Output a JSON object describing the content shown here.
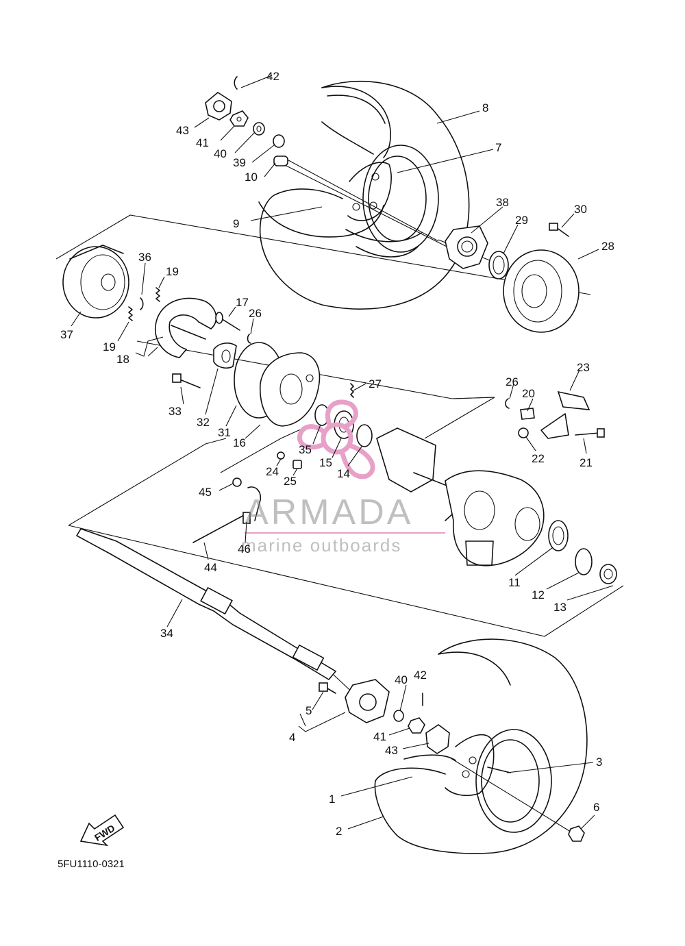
{
  "diagram_code": "5FU1110-0321",
  "fwd_label": "FWD",
  "watermark": {
    "brand": "ARMADA",
    "tagline": "marine outboards",
    "accent_color": "#e7a1c8"
  },
  "callouts": {
    "n1": "1",
    "n2": "2",
    "n3": "3",
    "n4": "4",
    "n5": "5",
    "n6": "6",
    "n7": "7",
    "n8": "8",
    "n9": "9",
    "n10": "10",
    "n11": "11",
    "n12": "12",
    "n13": "13",
    "n14": "14",
    "n15": "15",
    "n16": "16",
    "n17": "17",
    "n18": "18",
    "n19a": "19",
    "n19b": "19",
    "n20": "20",
    "n21": "21",
    "n22": "22",
    "n23": "23",
    "n24": "24",
    "n25": "25",
    "n26a": "26",
    "n26b": "26",
    "n27": "27",
    "n28": "28",
    "n29": "29",
    "n30": "30",
    "n31": "31",
    "n32": "32",
    "n33": "33",
    "n34": "34",
    "n35": "35",
    "n36": "36",
    "n37": "37",
    "n38": "38",
    "n39": "39",
    "n40a": "40",
    "n40b": "40",
    "n41a": "41",
    "n41b": "41",
    "n42a": "42",
    "n42b": "42",
    "n43a": "43",
    "n43b": "43",
    "n44": "44",
    "n45": "45",
    "n46": "46"
  }
}
